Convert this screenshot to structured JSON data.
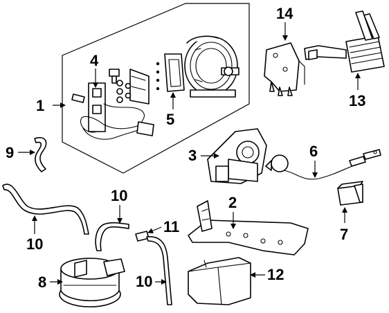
{
  "callouts": [
    {
      "id": "1",
      "text": "1"
    },
    {
      "id": "2",
      "text": "2"
    },
    {
      "id": "3",
      "text": "3"
    },
    {
      "id": "4",
      "text": "4"
    },
    {
      "id": "5",
      "text": "5"
    },
    {
      "id": "6",
      "text": "6"
    },
    {
      "id": "7",
      "text": "7"
    },
    {
      "id": "8",
      "text": "8"
    },
    {
      "id": "9",
      "text": "9"
    },
    {
      "id": "10a",
      "text": "10"
    },
    {
      "id": "10b",
      "text": "10"
    },
    {
      "id": "10c",
      "text": "10"
    },
    {
      "id": "11",
      "text": "11"
    },
    {
      "id": "12",
      "text": "12"
    },
    {
      "id": "13",
      "text": "13"
    },
    {
      "id": "14",
      "text": "14"
    }
  ]
}
